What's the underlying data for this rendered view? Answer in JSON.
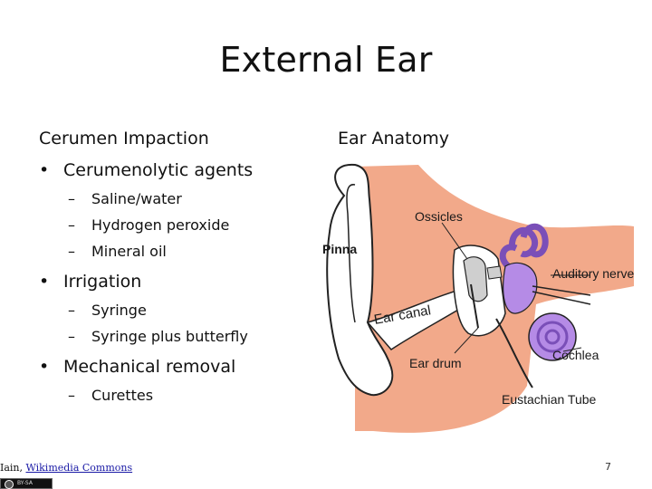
{
  "slide": {
    "title": "External Ear",
    "page_number": "7"
  },
  "left_column": {
    "heading": "Cerumen Impaction",
    "bullets": [
      {
        "label": "Cerumenolytic agents",
        "subitems": [
          "Saline/water",
          "Hydrogen peroxide",
          "Mineral oil"
        ]
      },
      {
        "label": "Irrigation",
        "subitems": [
          "Syringe",
          "Syringe plus butterfly"
        ]
      },
      {
        "label": "Mechanical removal",
        "subitems": [
          "Curettes"
        ]
      }
    ]
  },
  "right_column": {
    "heading": "Ear Anatomy",
    "diagram_labels": {
      "pinna": "Pinna",
      "ossicles": "Ossicles",
      "auditory_nerve": "Auditory nerve",
      "ear_canal": "Ear canal",
      "cochlea": "Cochlea",
      "ear_drum": "Ear drum",
      "eustachian_tube": "Eustachian Tube"
    }
  },
  "credit": {
    "prefix": "Iain, ",
    "link_text": "Wikimedia Commons",
    "license_badge": "BY-SA"
  },
  "colors": {
    "skin": "#f2a98a",
    "inner_ear": "#b58be6",
    "bone": "#cfcfcf",
    "outline": "#222222",
    "link": "#1a1aa6"
  }
}
